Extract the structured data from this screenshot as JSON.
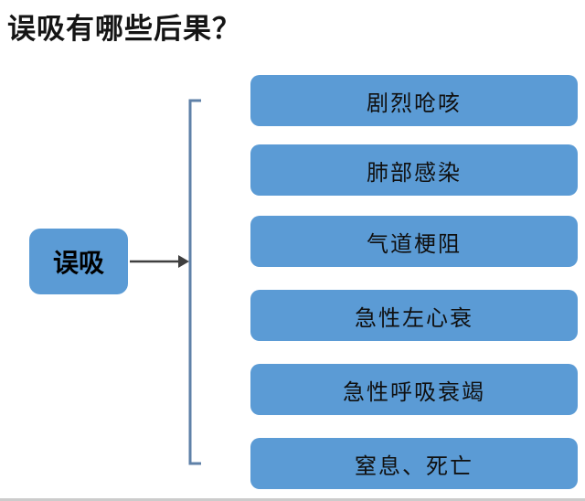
{
  "title": "误吸有哪些后果？",
  "root": {
    "label": "误吸"
  },
  "consequences": [
    {
      "label": "剧烈呛咳"
    },
    {
      "label": "肺部感染"
    },
    {
      "label": "气道梗阻"
    },
    {
      "label": "急性左心衰"
    },
    {
      "label": "急性呼吸衰竭"
    },
    {
      "label": "窒息、死亡"
    }
  ],
  "colors": {
    "node_fill": "#5b9bd5",
    "node_text": "#101010",
    "root_text": "#000000",
    "arrow": "#3f3f3f",
    "bracket_line": "#5f81a8",
    "title_text": "#151515"
  }
}
